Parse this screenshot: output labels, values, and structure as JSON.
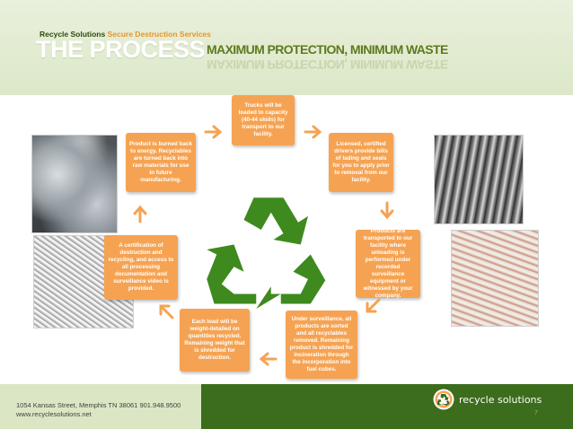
{
  "header": {
    "company": "Recycle Solutions",
    "tagline": "Secure Destruction Services",
    "title": "THE PROCESS",
    "subtitle": "MAXIMUM PROTECTION, MINIMUM WASTE"
  },
  "steps": [
    {
      "id": "trucks",
      "text": "Trucks will be loaded to capacity (40-44 skids) for transport to our facility."
    },
    {
      "id": "drivers",
      "text": "Licensed, certified drivers provide bills of lading and seals for you to apply prior to removal from our facility."
    },
    {
      "id": "transport",
      "text": "Products are transported to our facility where unloading is performed under recorded surveillance equipment or witnessed by your company."
    },
    {
      "id": "shredded",
      "text": "Under surveillance, all products are sorted and all recyclables removed. Remaining product is shredded for incineration through the incorporation into fuel cubes."
    },
    {
      "id": "weight",
      "text": "Each load will be weight-detailed on quantities recycled. Remaining weight that is shredded for destruction."
    },
    {
      "id": "certificate",
      "text": "A certification of destruction and recycling, and access to all processing documentation and surveillance video is provided."
    },
    {
      "id": "energy",
      "text": "Product is burned back to energy. Recyclables are turned back into raw materials for use in future manufacturing."
    }
  ],
  "icons": {
    "recycle": "recycle-icon",
    "arrow": "arrow-icon"
  },
  "footer": {
    "address": "1054 Kansas Street, Memphis TN 38061 901.948.9500",
    "website": "www.recyclesolutions.net",
    "brand": "recycle solutions",
    "page_number": "7"
  },
  "colors": {
    "accent_orange": "#f5a352",
    "brand_green": "#3b6d1c",
    "recycle_green": "#3f8a1f",
    "header_bg": "#e3ecd2"
  }
}
